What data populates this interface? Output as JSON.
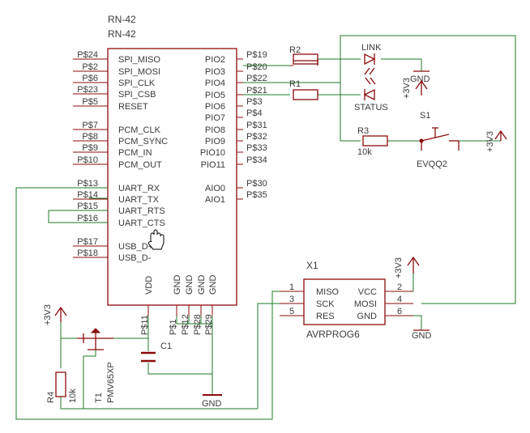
{
  "rn42": {
    "title1": "RN-42",
    "title2": "RN-42",
    "left_pins": [
      {
        "num": "P$24",
        "name": "SPI_MISO"
      },
      {
        "num": "P$2",
        "name": "SPI_MOSI"
      },
      {
        "num": "P$6",
        "name": "SPI_CLK"
      },
      {
        "num": "P$23",
        "name": "SPI_CSB"
      },
      {
        "num": "P$5",
        "name": "RESET"
      },
      {
        "num": "P$7",
        "name": "PCM_CLK"
      },
      {
        "num": "P$8",
        "name": "PCM_SYNC"
      },
      {
        "num": "P$9",
        "name": "PCM_IN"
      },
      {
        "num": "P$10",
        "name": "PCM_OUT"
      },
      {
        "num": "P$13",
        "name": "UART_RX"
      },
      {
        "num": "P$14",
        "name": "UART_TX"
      },
      {
        "num": "P$15",
        "name": "UART_RTS"
      },
      {
        "num": "P$16",
        "name": "UART_CTS"
      },
      {
        "num": "P$17",
        "name": "USB_D+"
      },
      {
        "num": "P$18",
        "name": "USB_D-"
      }
    ],
    "right_pins": [
      {
        "num": "P$19",
        "name": "PIO2"
      },
      {
        "num": "P$20",
        "name": "PIO3"
      },
      {
        "num": "P$22",
        "name": "PIO4"
      },
      {
        "num": "P$21",
        "name": "PIO5"
      },
      {
        "num": "P$3",
        "name": "PIO6"
      },
      {
        "num": "P$4",
        "name": "PIO7"
      },
      {
        "num": "P$31",
        "name": "PIO8"
      },
      {
        "num": "P$32",
        "name": "PIO9"
      },
      {
        "num": "P$33",
        "name": "PIO10"
      },
      {
        "num": "P$34",
        "name": "PIO11"
      },
      {
        "num": "P$30",
        "name": "AIO0"
      },
      {
        "num": "P$35",
        "name": "AIO1"
      }
    ],
    "bottom_pins": [
      {
        "num": "P$11",
        "name": "VDD"
      },
      {
        "num": "P$1",
        "name": "GND"
      },
      {
        "num": "P$12",
        "name": "GND"
      },
      {
        "num": "P$28",
        "name": "GND"
      },
      {
        "num": "P$29",
        "name": "GND"
      }
    ]
  },
  "r2": "R2",
  "r1": "R1",
  "r3": "R3",
  "r3_value": "10k",
  "led_link": "LINK",
  "led_status": "STATUS",
  "s1": "S1",
  "s1_part": "EVQQ2",
  "supply_3v3": "+3V3",
  "gnd": "GND",
  "x1": {
    "name": "X1",
    "part": "AVRPROG6",
    "left_pins": [
      {
        "num": "1",
        "name": "MISO"
      },
      {
        "num": "3",
        "name": "SCK"
      },
      {
        "num": "5",
        "name": "RES"
      }
    ],
    "right_pins": [
      {
        "num": "2",
        "name": "VCC"
      },
      {
        "num": "4",
        "name": "MOSI"
      },
      {
        "num": "6",
        "name": "GND"
      }
    ]
  },
  "c1": "C1",
  "t1": "T1",
  "t1_part": "PMV65XP",
  "r4": "R4",
  "r4_value": "10k",
  "colors": {
    "wire": "#1f7a2a",
    "symbol": "#8b0b0b",
    "text": "#3a3a3a"
  }
}
